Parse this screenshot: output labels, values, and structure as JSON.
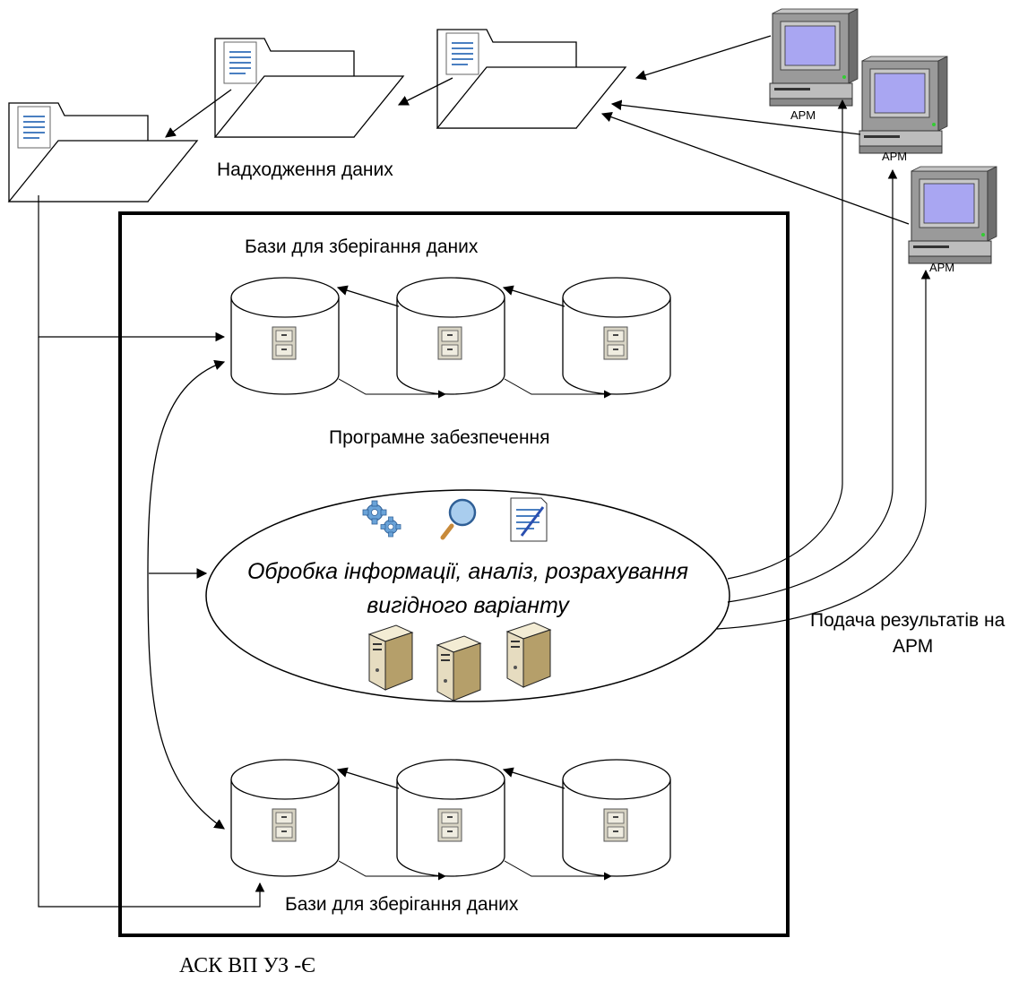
{
  "labels": {
    "data_input": "Надходження даних",
    "storage_top": "Бази для зберігання даних",
    "software": "Програмне забезпечення",
    "processing_line1": "Обробка інформації, аналіз, розрахування",
    "processing_line2": "вигідного варіанту",
    "results_line1": "Подача результатів на",
    "results_line2": "АРМ",
    "storage_bottom": "Бази для зберігання даних",
    "system_name": "АСК ВП УЗ -Є",
    "workstations": [
      "АРМ",
      "АРМ",
      "АРМ"
    ]
  },
  "icons": {
    "folders": [
      "folder-icon",
      "folder-icon",
      "folder-icon"
    ],
    "databases": [
      "database-icon",
      "database-icon",
      "database-icon",
      "database-icon",
      "database-icon",
      "database-icon"
    ],
    "process_tools": [
      "gears-icon",
      "magnifier-icon",
      "document-edit-icon"
    ],
    "servers": [
      "server-icon",
      "server-icon",
      "server-icon"
    ],
    "workstations": [
      "computer-icon",
      "computer-icon",
      "computer-icon"
    ]
  },
  "colors": {
    "screen": "#a9a6f2",
    "monitor_body": "#9a9a9a",
    "gear": "#6aa3d8",
    "server": "#e6dcc0",
    "line": "#000000"
  }
}
